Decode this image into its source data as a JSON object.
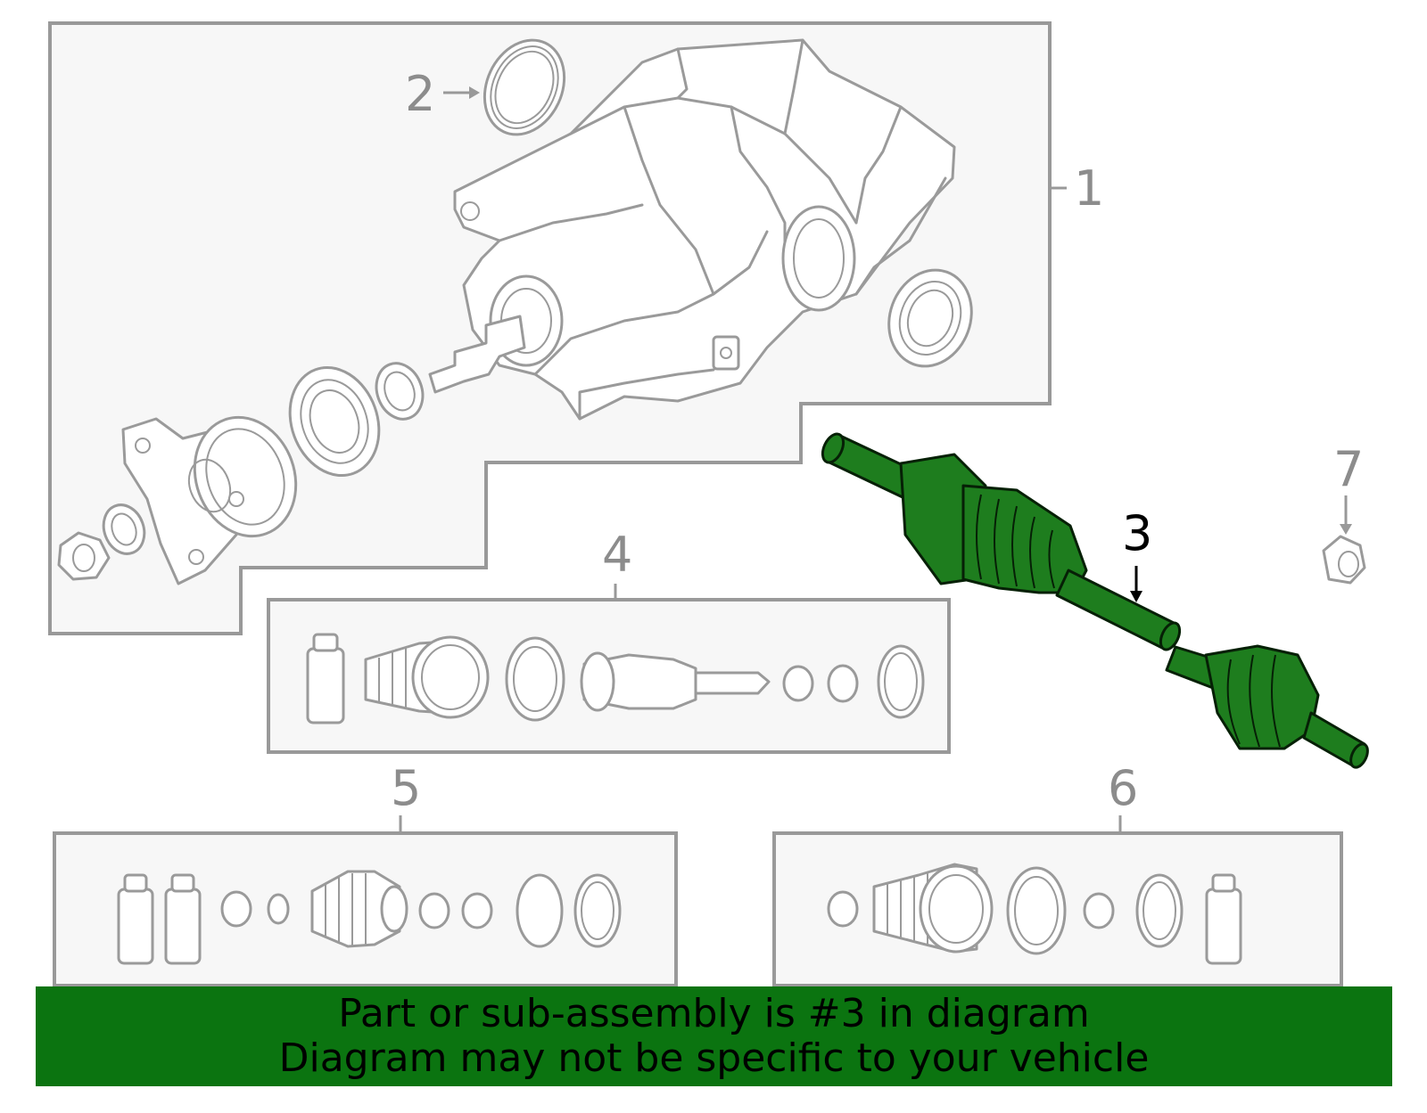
{
  "callouts": {
    "c1": "1",
    "c2": "2",
    "c3": "3",
    "c4": "4",
    "c5": "5",
    "c6": "6",
    "c7": "7"
  },
  "highlighted_part": "3",
  "colors": {
    "highlight": "#1e7d1e",
    "banner": "#0b7410",
    "line": "#9a9a9a",
    "box_fill": "#f7f7f7"
  },
  "banner": {
    "line1": "Part or sub-assembly is #3 in diagram",
    "line2": "Diagram may not be specific to your vehicle"
  }
}
